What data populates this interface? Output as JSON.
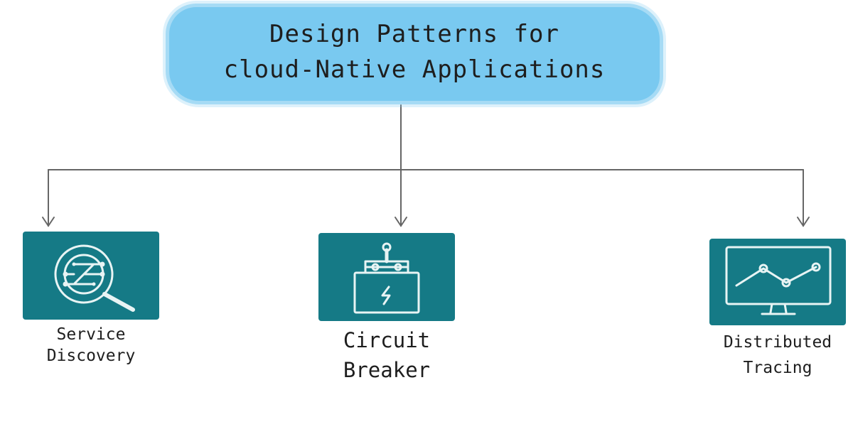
{
  "title": {
    "line1": "Design Patterns for",
    "line2": "cloud-Native Applications"
  },
  "patterns": [
    {
      "label_line1": "Service",
      "label_line2": "Discovery",
      "icon": "magnifier-network-icon"
    },
    {
      "label_line1": "Circuit",
      "label_line2": "Breaker",
      "icon": "circuit-breaker-icon"
    },
    {
      "label_line1": "Distributed",
      "label_line2": "Tracing",
      "icon": "monitor-chart-icon"
    }
  ],
  "colors": {
    "title_background": "#79c9f0",
    "box": "#157a86",
    "icon_stroke": "#e8f4f4",
    "connector": "#666666"
  }
}
